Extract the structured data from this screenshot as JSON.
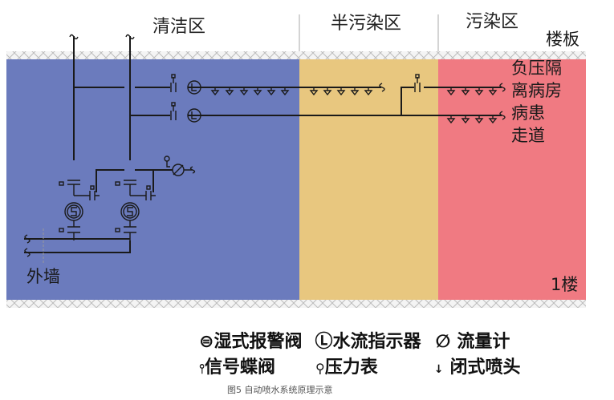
{
  "zones": {
    "clean": {
      "label": "清洁区",
      "color": "#6b7bbd"
    },
    "semi": {
      "label": "半污染区",
      "color": "#e8c77f"
    },
    "contaminated": {
      "label": "污染区",
      "color": "#f07a82"
    }
  },
  "labels": {
    "floor_slab": "楼板",
    "ward_line1": "负压隔",
    "ward_line2": "离病房",
    "corridor_line1": "病患",
    "corridor_line2": "走道",
    "outer_wall": "外墙",
    "floor_number": "1楼"
  },
  "legend": [
    {
      "icon": "wet-alarm-valve-icon",
      "symbol": "⊜",
      "label": "湿式报警阀"
    },
    {
      "icon": "water-flow-indicator-icon",
      "symbol": "Ⓛ",
      "label": "水流指示器"
    },
    {
      "icon": "flow-meter-icon",
      "symbol": "∅",
      "label": "流量计"
    },
    {
      "icon": "signal-butterfly-valve-icon",
      "symbol": "⫯",
      "label": "信号蝶阀"
    },
    {
      "icon": "pressure-gauge-icon",
      "symbol": "⚲",
      "label": "压力表"
    },
    {
      "icon": "closed-sprinkler-icon",
      "symbol": "↓",
      "label": "闭式喷头"
    }
  ],
  "caption": "图5 自动喷水系统原理示意"
}
